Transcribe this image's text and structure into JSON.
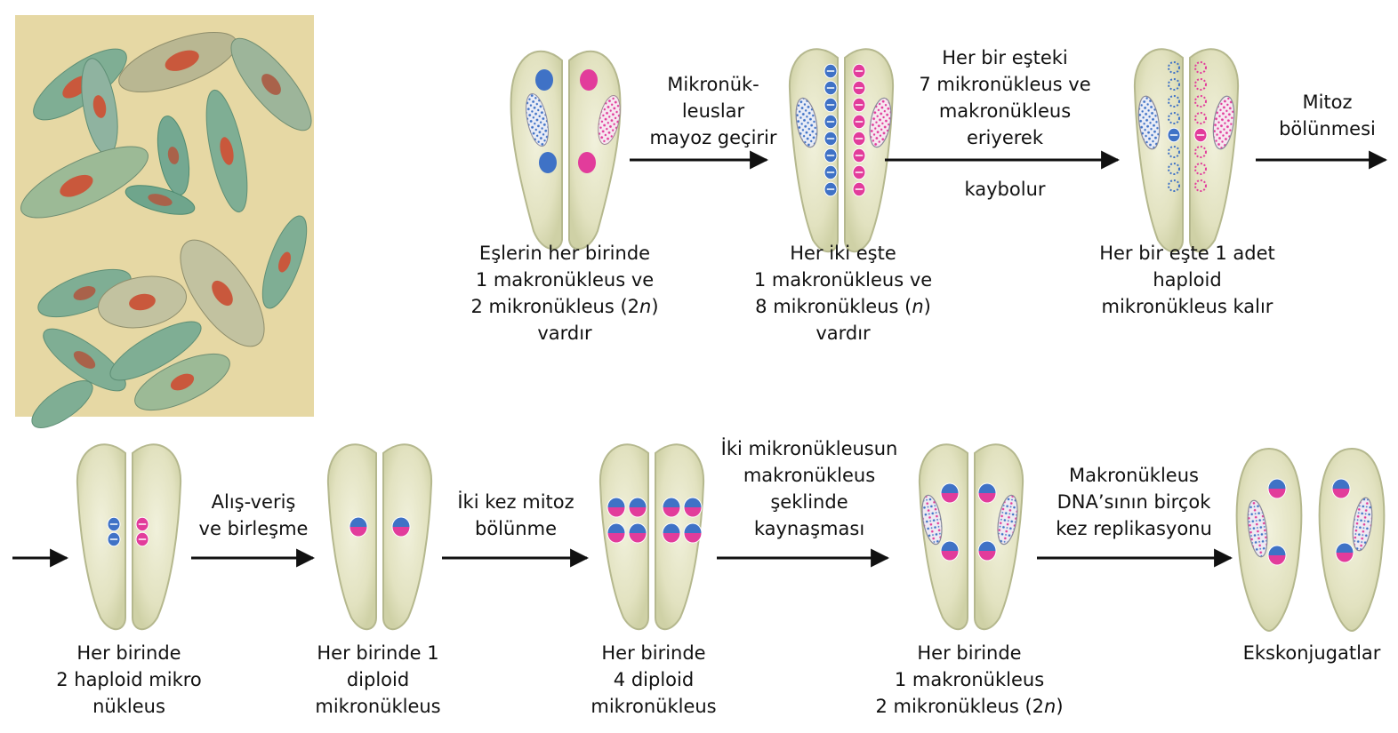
{
  "colors": {
    "background": "#ffffff",
    "cell_fill": "#e4e4c4",
    "cell_outline": "#b5b88e",
    "micro_blue": "#3f72c6",
    "micro_pink": "#e23c9b",
    "arrow": "#111111",
    "photo_background": "#e6d8a4",
    "photo_cell_teal": "#7fae94",
    "photo_nucleus": "#c9583c"
  },
  "icons": {
    "paramecium_cell": "paramecium-cell-icon",
    "micronucleus": "micronucleus-icon",
    "macronucleus": "macronucleus-icon",
    "arrow": "arrow-right-icon"
  },
  "arrows": [
    {
      "label": [
        "Mikronük-",
        "leuslar",
        "mayoz geçirir"
      ],
      "label_below": []
    },
    {
      "label": [
        "Her bir eşteki",
        "7 mikronükleus ve",
        "makronükleus",
        "eriyerek"
      ],
      "label_below": [
        "kaybolur"
      ]
    },
    {
      "label": [
        "Mitoz",
        "bölünmesi"
      ],
      "label_below": []
    },
    {
      "label": [],
      "label_below": []
    },
    {
      "label": [
        "Alış-veriş",
        "ve birleşme"
      ],
      "label_below": []
    },
    {
      "label": [
        "İki kez mitoz",
        "bölünme"
      ],
      "label_below": []
    },
    {
      "label": [
        "İki mikronükleusun",
        "makronükleus",
        "şeklinde",
        "kaynaşması"
      ],
      "label_below": []
    },
    {
      "label": [
        "Makronükleus",
        "DNA’sının birçok",
        "kez replikasyonu"
      ],
      "label_below": []
    }
  ],
  "stages": [
    {
      "caption": [
        "Eşlerin her birinde",
        "1 makronükleus ve",
        "2 mikronükleus (2",
        "vardır"
      ],
      "caption_italic": "n",
      "caption_suffix": ")"
    },
    {
      "caption": [
        "Her iki eşte",
        "1 makronükleus ve",
        "8 mikronükleus (",
        "vardır"
      ],
      "caption_italic": "n",
      "caption_suffix": ")"
    },
    {
      "caption": [
        "Her bir eşte 1 adet",
        "haploid",
        "mikronükleus kalır"
      ]
    },
    {
      "caption": [
        "Her birinde",
        "2 haploid mikro",
        "nükleus"
      ]
    },
    {
      "caption": [
        "Her birinde 1",
        "diploid",
        "mikronükleus"
      ]
    },
    {
      "caption": [
        "Her birinde",
        "4 diploid",
        "mikronükleus"
      ]
    },
    {
      "caption": [
        "Her birinde",
        "1 makronükleus",
        "2 mikronükleus (2",
        ""
      ],
      "caption_italic": "n",
      "caption_suffix": ")"
    },
    {
      "caption": [
        "Ekskonjugatlar"
      ]
    }
  ]
}
